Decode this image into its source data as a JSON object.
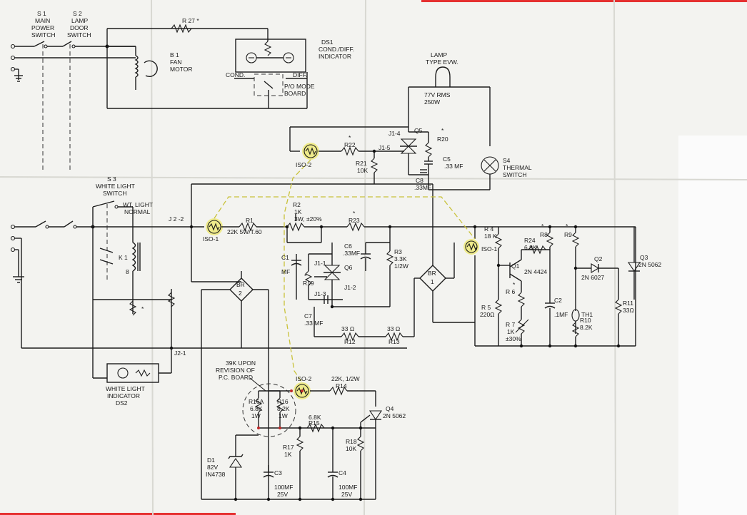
{
  "switches": {
    "s1": [
      "S 1",
      "MAIN",
      "POWER",
      "SWITCH"
    ],
    "s2": [
      "S 2",
      "LAMP",
      "DOOR",
      "SWITCH"
    ],
    "s3": [
      "S 3",
      "WHITE LIGHT",
      "SWITCH"
    ]
  },
  "fan": [
    "B 1",
    "FAN",
    "MOTOR"
  ],
  "r27": "R 27 *",
  "ds1": [
    "DS1",
    "COND./DIFF.",
    "INDICATOR"
  ],
  "ds1_cond": "COND.",
  "ds1_diff": "DIFF.",
  "mode_board": [
    "P/O MODE",
    "BOARD"
  ],
  "lamp": [
    "LAMP",
    "TYPE EVW."
  ],
  "lamp_rms": [
    "77V RMS",
    "250W"
  ],
  "s4": [
    "S4",
    "THERMAL",
    "SWITCH"
  ],
  "q5": "Q5",
  "r20": "R20",
  "c5": "C5",
  "c5_val": ".33 MF",
  "c8": "C8",
  "c8_val": ".33MF",
  "j1_4": "J1-4",
  "j1_5": "J1-5",
  "r22": "R22",
  "r21": [
    "R21",
    "10K"
  ],
  "iso2_top": "ISO-2",
  "wt_light": [
    "WT. LIGHT",
    "NORMAL"
  ],
  "j2_2": "J 2 -2",
  "iso1_left": "ISO-1",
  "r1": [
    "R1",
    "22K 5W/T.60"
  ],
  "r2": [
    "R2",
    "1K",
    "3W, ±20%"
  ],
  "r23": "R23",
  "c6": [
    "C6",
    ".33MF"
  ],
  "r3": [
    "R3",
    "3.3K",
    "1/2W"
  ],
  "c1": [
    "C1",
    "MF"
  ],
  "j1_1": "J1-1",
  "q6": "Q6",
  "r19": "R19",
  "j1_2": "J1-2",
  "j1_3": "J1-3",
  "c7": [
    "C7",
    ".33 MF"
  ],
  "br1": "BR",
  "br2": "BR",
  "br_num1": "1",
  "br_num2": "2",
  "k1": [
    "K 1",
    "8"
  ],
  "r12": [
    "33 Ω",
    "R12"
  ],
  "r13": [
    "33 Ω",
    "R13"
  ],
  "j2_1": "J2-1",
  "ds2": [
    "WHITE LIGHT",
    "INDICATOR",
    "DS2"
  ],
  "r4": [
    "R 4",
    "18 K"
  ],
  "iso1_right": "ISO-1",
  "r24": [
    "R24",
    "6.8K"
  ],
  "r8": "R8",
  "r9": "R9",
  "q1": [
    "Q1",
    "2N 4424"
  ],
  "q2": [
    "Q2",
    "2N 6027"
  ],
  "q3": [
    "Q3",
    "2N 5062"
  ],
  "r6": "R 6",
  "r5": [
    "R 5",
    "220Ω"
  ],
  "r7": [
    "R 7",
    "1K",
    "±30%"
  ],
  "c2": [
    "C2",
    ".1MF"
  ],
  "th1": "TH1",
  "r10": [
    "R10",
    "8.2K"
  ],
  "r11": [
    "R11",
    "33Ω"
  ],
  "revision": [
    "39K UPON",
    "REVISION OF",
    "P.C. BOARD"
  ],
  "iso2_bottom": "ISO-2",
  "r14": [
    "22K, 1/2W",
    "R14"
  ],
  "r16a": [
    "R16A",
    "6.8K",
    "1W"
  ],
  "r16": [
    "R16",
    "8.2K",
    "1W"
  ],
  "r15": [
    "6.8K",
    "R15"
  ],
  "q4": [
    "Q4",
    "2N 5062"
  ],
  "r17": [
    "R17",
    "1K"
  ],
  "r18": [
    "R18",
    "10K"
  ],
  "d1": [
    "D1",
    "82V",
    "IN4738"
  ],
  "c3": [
    "C3",
    "100MF",
    "25V"
  ],
  "c4": [
    "C4",
    "100MF",
    "25V"
  ],
  "asterisk": "*"
}
